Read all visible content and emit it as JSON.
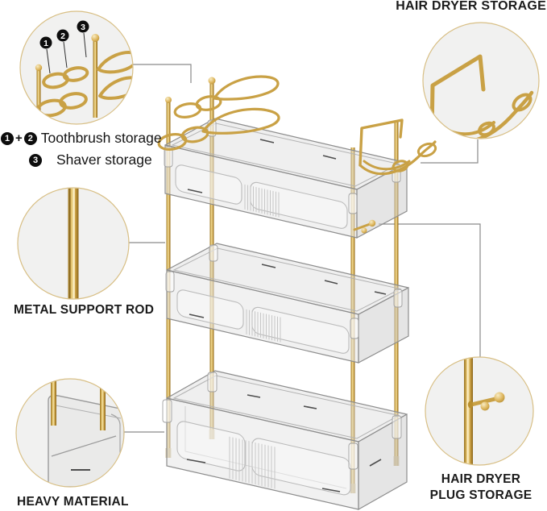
{
  "annotations": {
    "top_right_label": "HAIR DRYER STORAGE",
    "toothbrush": {
      "plus": "+",
      "label": "Toothbrush storage"
    },
    "shaver": {
      "label": "Shaver storage"
    },
    "metal_rod_label": "METAL SUPPORT ROD",
    "heavy_material_label": "HEAVY MATERIAL",
    "plug_label_line1": "HAIR DRYER",
    "plug_label_line2": "PLUG STORAGE"
  },
  "callout_badges": {
    "one": "1",
    "two": "2",
    "three": "3"
  },
  "colors": {
    "background": "#ffffff",
    "gold_wire": "#c9a145",
    "gold_light": "#f5e3a6",
    "gold_dark": "#8a661c",
    "callout_fill": "#f1f1f0",
    "callout_border": "#d8bf85",
    "leader_line": "#8a8a8a",
    "text": "#1b1b1b",
    "badge_bg": "#0d0d0d",
    "tray_outline": "#8d8d8d"
  }
}
